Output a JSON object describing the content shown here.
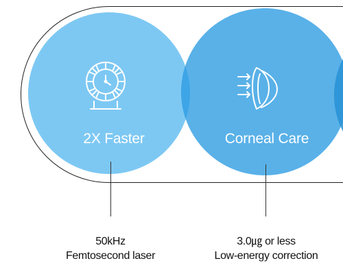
{
  "features": [
    {
      "title": "2X Faster",
      "caption_line_1": "50kHz",
      "caption_line_2": "Femtosecond laser",
      "icon": "speed-clock-icon"
    },
    {
      "title": "Corneal Care",
      "caption_line_1": "3.0㎍ or less",
      "caption_line_2": "Low-energy correction",
      "icon": "cornea-arrows-icon"
    }
  ],
  "colors": {
    "circle_1": "#7dc8f3",
    "circle_2": "#59b1e8",
    "overlap": "#3ea5e6",
    "circle_3": "#4aa1de",
    "text_light": "#ffffff",
    "text_dark": "#111111",
    "outline": "#1f1f1f"
  }
}
